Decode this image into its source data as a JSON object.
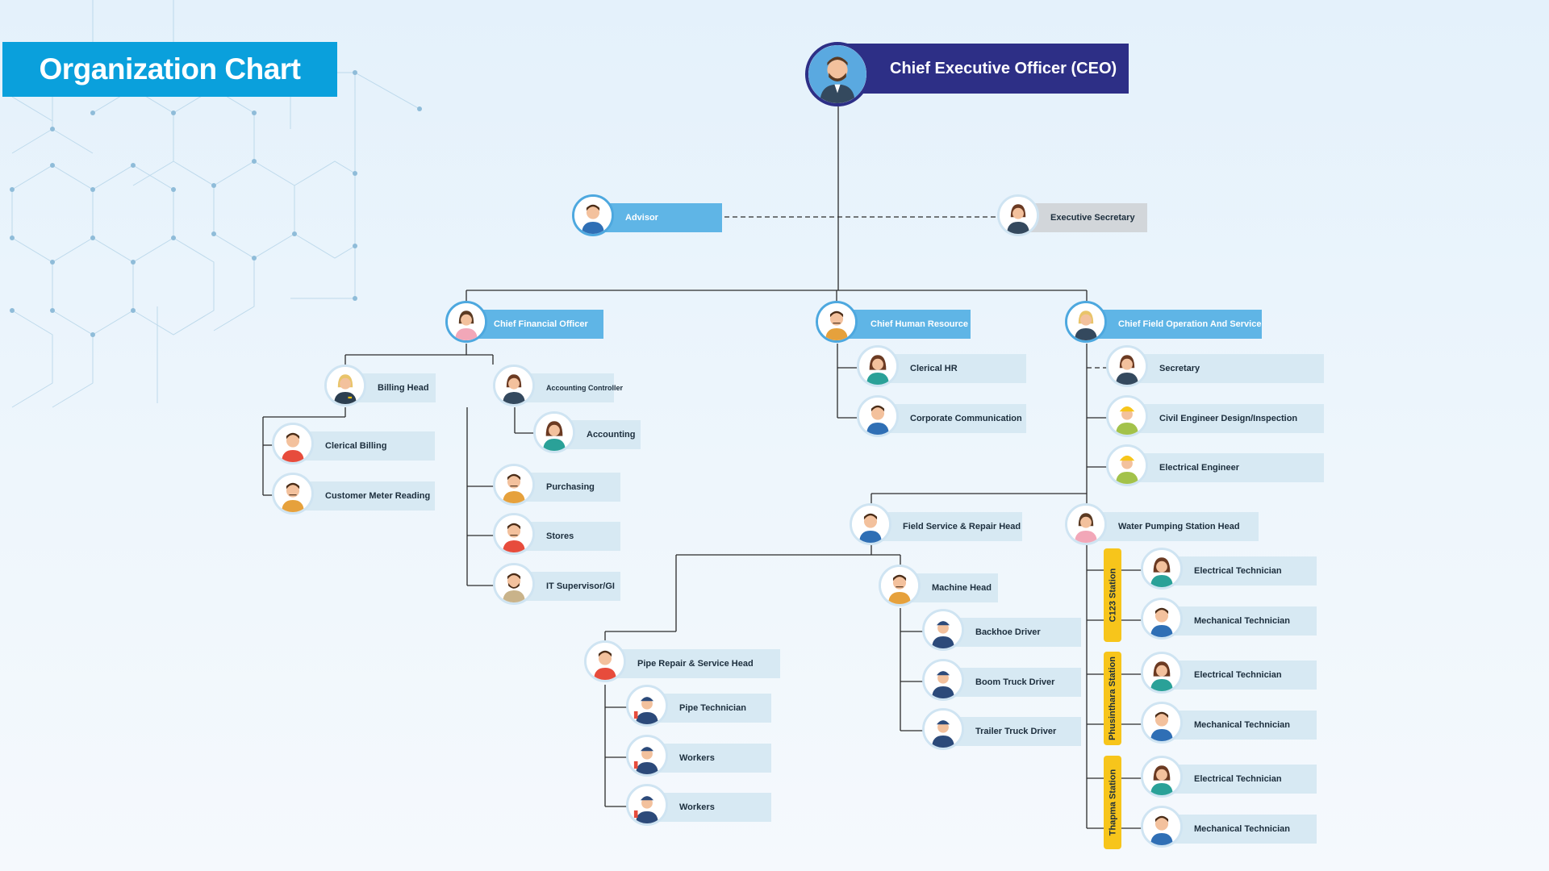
{
  "title": "Organization Chart",
  "colors": {
    "banner": "#0aa0dc",
    "ceo": "#2d2f86",
    "label_blue": "#5fb5e6",
    "label_light": "#d7e9f3",
    "station_tag": "#f7c51b"
  },
  "ceo": {
    "title": "Chief Executive Officer (CEO)"
  },
  "staff": {
    "advisor": "Advisor",
    "exec_secretary": "Executive Secretary"
  },
  "cfo": {
    "title": "Chief Financial Officer",
    "billing_head": "Billing Head",
    "clerical_billing": "Clerical Billing",
    "meter_reading": "Customer Meter Reading",
    "acct_controller": "Accounting Controller",
    "accounting": "Accounting",
    "purchasing": "Purchasing",
    "stores": "Stores",
    "it_supervisor": "IT Supervisor/GI"
  },
  "chr": {
    "title": "Chief Human Resource",
    "clerical_hr": "Clerical HR",
    "corp_comm": "Corporate Communication"
  },
  "cfos": {
    "title": "Chief Field Operation And Service",
    "secretary": "Secretary",
    "civil_engineer": "Civil Engineer Design/Inspection",
    "electrical_engineer": "Electrical Engineer",
    "field_service_head": "Field Service & Repair Head",
    "water_station_head": "Water Pumping Station Head",
    "machine_head": "Machine Head",
    "backhoe": "Backhoe Driver",
    "boom_truck": "Boom Truck Driver",
    "trailer_truck": "Trailer Truck Driver",
    "pipe_repair_head": "Pipe Repair & Service Head",
    "pipe_technician": "Pipe Technician",
    "workers_1": "Workers",
    "workers_2": "Workers",
    "stations": [
      {
        "name": "C123 Station",
        "tech_elec": "Electrical Technician",
        "tech_mech": "Mechanical Technician"
      },
      {
        "name": "Phusinthara Station",
        "tech_elec": "Electrical Technician",
        "tech_mech": "Mechanical Technician"
      },
      {
        "name": "Thapma Station",
        "tech_elec": "Electrical Technician",
        "tech_mech": "Mechanical Technician"
      }
    ]
  }
}
